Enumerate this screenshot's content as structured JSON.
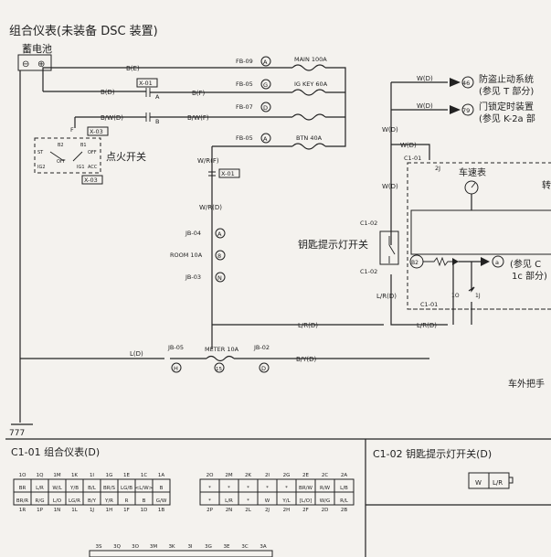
{
  "header": {
    "title": "组合仪表(未装备 DSC 装置)"
  },
  "battery": {
    "label": "蓄电池",
    "neg": "⊖",
    "pos": "⊕"
  },
  "ignition": {
    "label": "点火开关",
    "conn_a": "X-03",
    "conn_b": "X-03",
    "pins": {
      "st": "ST",
      "ig2": "IG2",
      "off": "OFF",
      "acc": "ACC",
      "b1": "B1",
      "b2": "B2",
      "ig1": "IG1",
      "off2": "OFF",
      "f": "F"
    }
  },
  "wires": {
    "be": "B(E)",
    "bd": "B(D)",
    "bf": "B(F)",
    "bwd": "B/W(D)",
    "bwf": "B/W(F)",
    "wrf": "W/R(F)",
    "wrd": "W/R(D)",
    "lrd1": "L/R(D)",
    "lrd2": "L/R(D)",
    "lrd3": "L/R(D)",
    "ld": "L(D)",
    "byd": "B/Y(D)",
    "wd1": "W(D)",
    "wd2": "W(D)",
    "wd3": "W(D)",
    "wd4": "W(D)",
    "wd5": "W(D)"
  },
  "connectors": {
    "x01a": "X-01",
    "x01b": "X-01",
    "a": "A",
    "b": "B"
  },
  "fuses": [
    {
      "id": "FB-09",
      "circle": "A",
      "name": "MAIN 100A"
    },
    {
      "id": "FB-05",
      "circle": "G",
      "name": "IG KEY 60A"
    },
    {
      "id": "FB-07",
      "circle": "D",
      "name": ""
    },
    {
      "id": "FB-05",
      "circle": "A",
      "name": "BTN 40A"
    }
  ],
  "junction": {
    "jb04": "JB-04",
    "jb04c": "A",
    "room": "ROOM 10A",
    "roomc": "8",
    "jb03": "JB-03",
    "jb03c": "N"
  },
  "meter": {
    "jb05": "JB-05",
    "jb05c": "H",
    "name": "METER 10A",
    "mc": "15",
    "jb02": "JB-02",
    "jb02c": "D"
  },
  "outputs": [
    {
      "circle": "46",
      "text1": "防盗止动系统",
      "text2": "(参见 T 部分)"
    },
    {
      "circle": "79",
      "text1": "门锁定时装置",
      "text2": "(参见 K-2a 部"
    }
  ],
  "cluster": {
    "c101": "C1-01",
    "c101b": "C1-01",
    "pin2j": "2J",
    "speedo": "车速表",
    "zhuan": "转",
    "pin1o": "1O",
    "pin1j": "1J",
    "b2": "B2",
    "a": "a",
    "ref1": "(参见 C",
    "ref2": "1c 部分)",
    "door": "车外把手"
  },
  "keyswitch": {
    "label": "钥匙提示灯开关",
    "c102a": "C1-02",
    "c102b": "C1-02"
  },
  "ground": {
    "symbol": "777"
  },
  "bottom": {
    "left_title": "C1-01 组合仪表(D)",
    "right_title": "C1-02 钥匙提示灯开关(D)",
    "g1": {
      "top": [
        "1O",
        "1Q",
        "1M",
        "1K",
        "1I",
        "1G",
        "1E",
        "1C",
        "1A"
      ],
      "row1": [
        "BR",
        "L/R",
        "W/L",
        "Y/B",
        "B/L",
        "BR/S",
        "LG/B",
        "<L/W>",
        "B"
      ],
      "row2": [
        "BR/R",
        "R/G",
        "L/O",
        "LG/R",
        "B/Y",
        "Y/R",
        "R",
        "B",
        "G/W"
      ],
      "bot": [
        "1R",
        "1P",
        "1N",
        "1L",
        "1J",
        "1H",
        "1F",
        "1D",
        "1B"
      ]
    },
    "g2": {
      "top": [
        "2O",
        "2M",
        "2K",
        "2I",
        "2G",
        "2E",
        "2C",
        "2A"
      ],
      "row1": [
        "*",
        "*",
        "*",
        "*",
        "*",
        "BR/W",
        "R/W",
        "L/B"
      ],
      "row2": [
        "*",
        "L/R",
        "*",
        "W",
        "Y/L",
        "[L/O]",
        "W/G",
        "R/L"
      ],
      "bot": [
        "2P",
        "2N",
        "2L",
        "2J",
        "2H",
        "2F",
        "2D",
        "2B"
      ]
    },
    "g3": {
      "top": [
        "3S",
        "3Q",
        "3O",
        "3M",
        "3K",
        "3I",
        "3G",
        "3E",
        "3C",
        "3A"
      ]
    },
    "c102": {
      "cells": [
        "W",
        "L/R"
      ]
    }
  }
}
